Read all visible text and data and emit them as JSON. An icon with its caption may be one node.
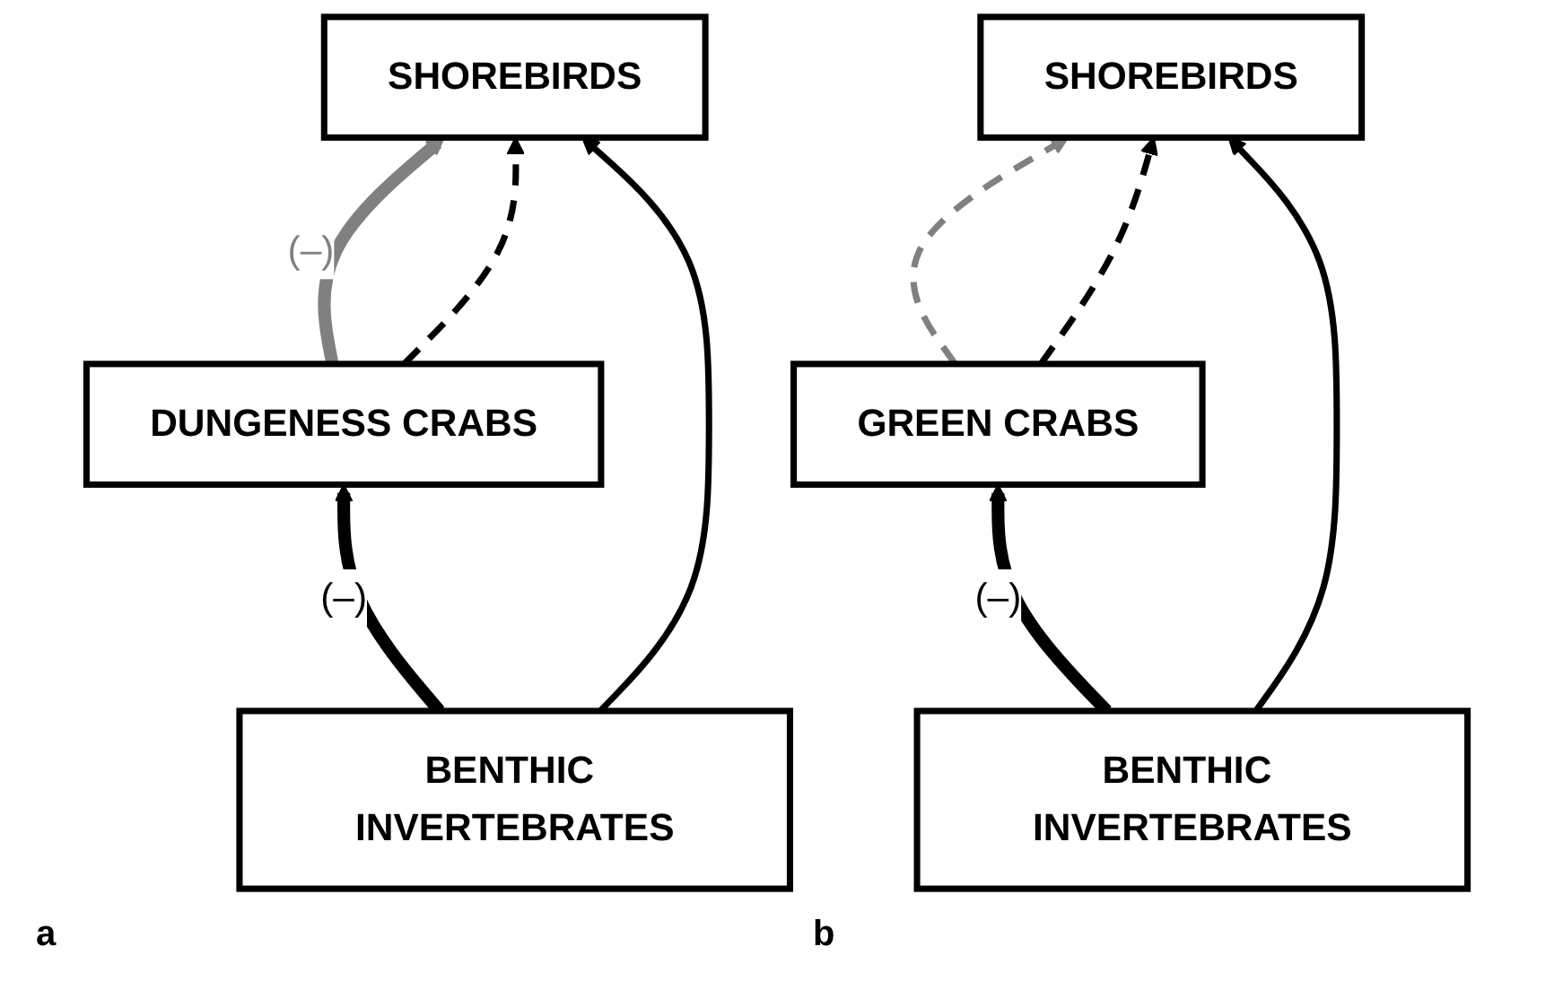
{
  "diagram": {
    "nodes": [
      {
        "text": [
          "SHOREBIRDS"
        ]
      },
      {
        "text": [
          "DUNGENESS CRABS"
        ]
      },
      {
        "text": [
          "BENTHIC INVERTEBRATES"
        ]
      },
      {
        "text": [
          "SHOREBIRDS"
        ]
      },
      {
        "text": [
          "GREEN CRABS"
        ]
      },
      {
        "text": [
          "BENTHIC INVERTEBRATES"
        ]
      }
    ],
    "edges": [
      {
        "from": 1,
        "to": 0,
        "arrow": "to",
        "label": "(–)",
        "style": "thick",
        "color": "#808080"
      },
      {
        "from": 1,
        "to": 0,
        "arrow": "to",
        "style": "dashed"
      },
      {
        "from": 2,
        "to": 0,
        "arrow": "to"
      },
      {
        "from": 2,
        "to": 1,
        "arrow": "to",
        "label": "(–)",
        "style": "thick"
      },
      {
        "from": 4,
        "to": 3,
        "arrow": "to",
        "style": "dashed",
        "color": "#808080"
      },
      {
        "from": 4,
        "to": 3,
        "arrow": "to",
        "style": "dashed"
      },
      {
        "from": 5,
        "to": 3,
        "arrow": "to"
      },
      {
        "from": 5,
        "to": 4,
        "arrow": "to",
        "label": "(–)",
        "style": "thick"
      }
    ],
    "labels": [
      "a",
      "b"
    ]
  }
}
